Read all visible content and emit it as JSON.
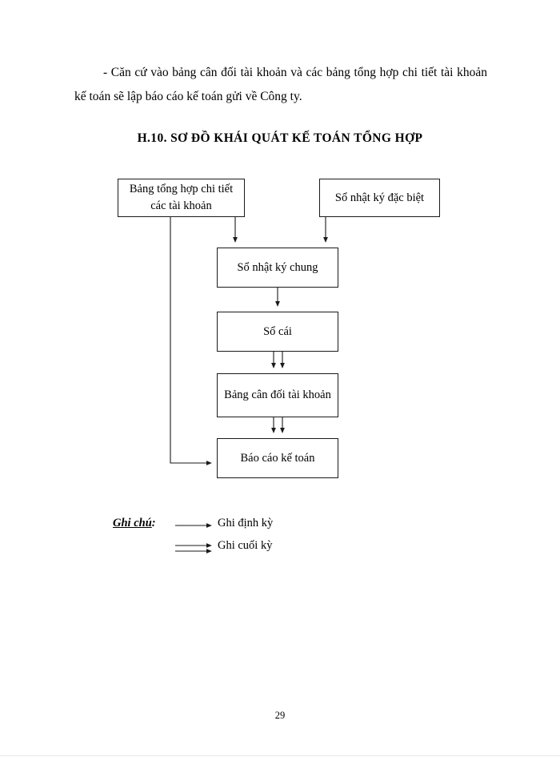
{
  "document": {
    "page_number": "29",
    "paragraph": {
      "line1": "- Căn cứ vào bảng cân đối tài khoản và các bảng tổng hợp chi tiết tài",
      "line2": "khoản kế toán sẽ lập báo cáo kế toán gửi về Công ty.",
      "full": "- Căn cứ vào bảng cân đối tài khoản và các bảng tổng hợp chi tiết tài khoản kế toán sẽ lập báo cáo kế toán gửi về Công ty."
    },
    "diagram_title": "H.10. SƠ ĐỒ KHÁI QUÁT KẾ TOÁN TỔNG HỢP"
  },
  "diagram": {
    "nodes": [
      {
        "id": "bang-tong-hop",
        "label": "Bảng tổng hợp chi tiết các tài khoản"
      },
      {
        "id": "so-nhat-ky-dac-biet",
        "label": "Sổ nhật ký đặc biệt"
      },
      {
        "id": "so-nhat-ky-chung",
        "label": "Sổ nhật ký chung"
      },
      {
        "id": "so-cai",
        "label": "Sổ cái"
      },
      {
        "id": "bang-can-doi",
        "label": "Bảng cân đối tài khoản"
      },
      {
        "id": "bao-cao",
        "label": "Báo cáo kế toán"
      }
    ],
    "edges": [
      {
        "from": "bang-tong-hop",
        "to": "so-nhat-ky-chung",
        "style": "single"
      },
      {
        "from": "so-nhat-ky-dac-biet",
        "to": "so-nhat-ky-chung",
        "style": "single"
      },
      {
        "from": "so-nhat-ky-chung",
        "to": "so-cai",
        "style": "single"
      },
      {
        "from": "so-cai",
        "to": "bang-can-doi",
        "style": "double"
      },
      {
        "from": "bang-can-doi",
        "to": "bao-cao",
        "style": "double"
      },
      {
        "from": "bang-tong-hop",
        "to": "bao-cao",
        "style": "single"
      }
    ],
    "line_color": "#1a1a1a"
  },
  "legend": {
    "title": "Ghi chú",
    "title_suffix": ":",
    "entries": [
      {
        "arrow": "single",
        "label": "Ghi định kỳ"
      },
      {
        "arrow": "double",
        "label": "Ghi cuối kỳ"
      }
    ]
  }
}
